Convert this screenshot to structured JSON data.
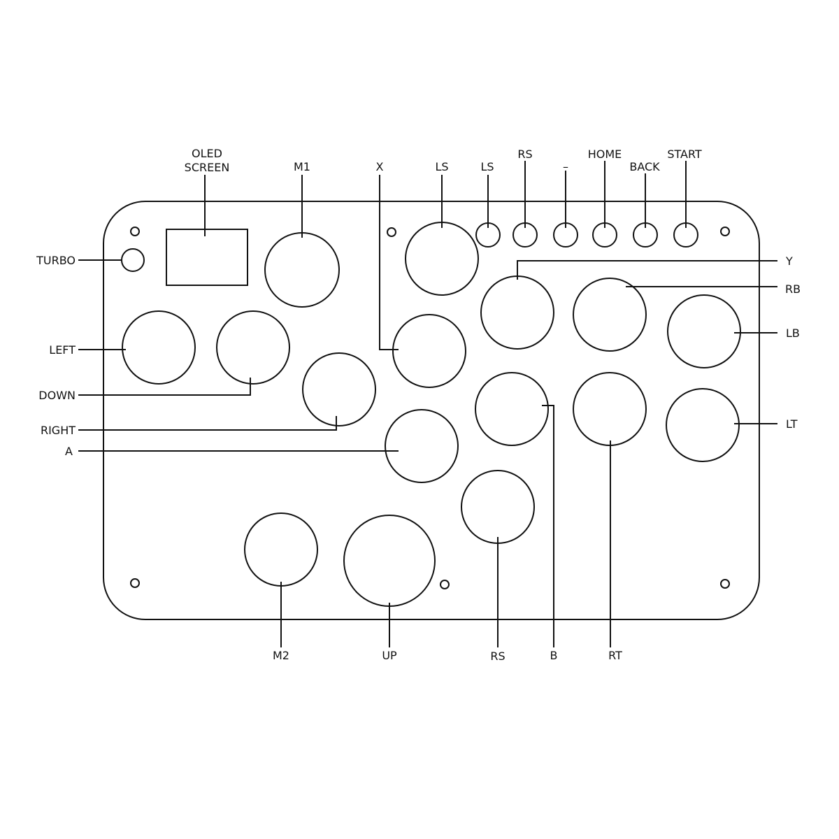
{
  "diagram": {
    "oled_label_line1": "OLED",
    "oled_label_line2": "SCREEN",
    "buttons": {
      "turbo": "TURBO",
      "m1": "M1",
      "x": "X",
      "ls_top": "LS",
      "ls_small": "LS",
      "rs_small": "RS",
      "minus": "–",
      "home": "HOME",
      "back": "BACK",
      "start": "START",
      "y": "Y",
      "rb": "RB",
      "lb": "LB",
      "lt": "LT",
      "rt": "RT",
      "b": "B",
      "rs_bottom": "RS",
      "a": "A",
      "right": "RIGHT",
      "down": "DOWN",
      "left": "LEFT",
      "m2": "M2",
      "up": "UP"
    },
    "colors": {
      "stroke": "#111111",
      "background": "#ffffff"
    }
  }
}
